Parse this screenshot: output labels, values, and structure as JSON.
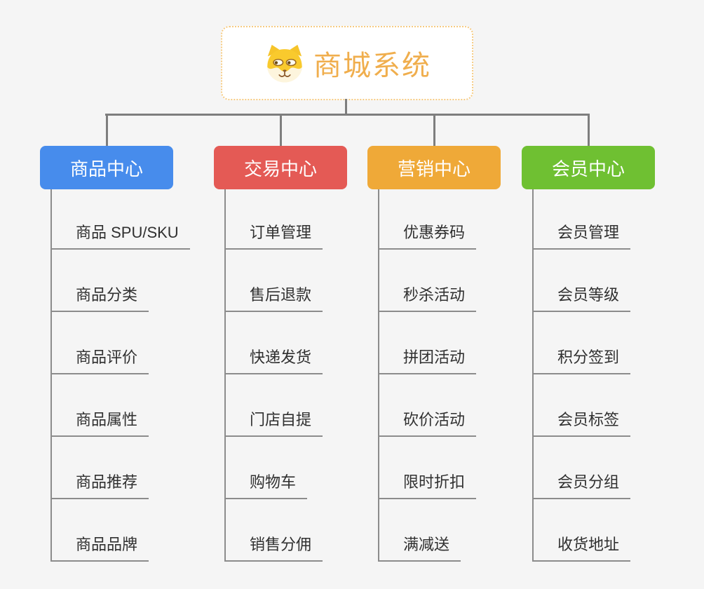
{
  "root": {
    "title": "商城系统",
    "icon": "shiba-dog-icon",
    "accent_color": "#f0ae4d",
    "border_color": "#f6cb82"
  },
  "connector_color": "#7e7e7e",
  "leaf_line_color": "#8c8c8c",
  "branches": [
    {
      "name": "product-center",
      "label": "商品中心",
      "color": "#478cec",
      "children": [
        "商品 SPU/SKU",
        "商品分类",
        "商品评价",
        "商品属性",
        "商品推荐",
        "商品品牌"
      ]
    },
    {
      "name": "trade-center",
      "label": "交易中心",
      "color": "#e45a55",
      "children": [
        "订单管理",
        "售后退款",
        "快递发货",
        "门店自提",
        "购物车",
        "销售分佣"
      ]
    },
    {
      "name": "marketing-center",
      "label": "营销中心",
      "color": "#efa938",
      "children": [
        "优惠券码",
        "秒杀活动",
        "拼团活动",
        "砍价活动",
        "限时折扣",
        "满减送"
      ]
    },
    {
      "name": "member-center",
      "label": "会员中心",
      "color": "#6fc032",
      "children": [
        "会员管理",
        "会员等级",
        "积分签到",
        "会员标签",
        "会员分组",
        "收货地址"
      ]
    }
  ]
}
